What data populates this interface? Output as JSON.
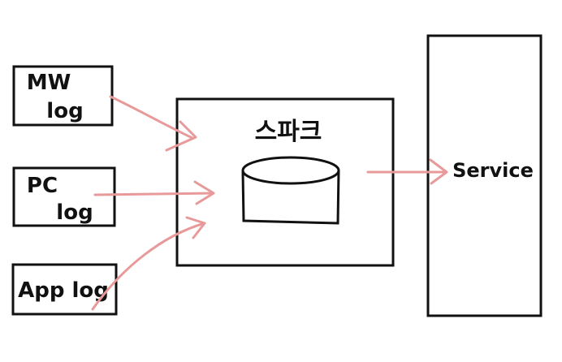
{
  "diagram": {
    "sources": [
      {
        "line1": "MW",
        "line2": "log"
      },
      {
        "line1": "PC",
        "line2": "log"
      },
      {
        "line1": "App log",
        "line2": ""
      }
    ],
    "storage": {
      "label": "스파크"
    },
    "target": {
      "label": "Service"
    }
  },
  "colors": {
    "ink": "#111111",
    "arrow": "#e89a9a",
    "background": "#ffffff"
  }
}
